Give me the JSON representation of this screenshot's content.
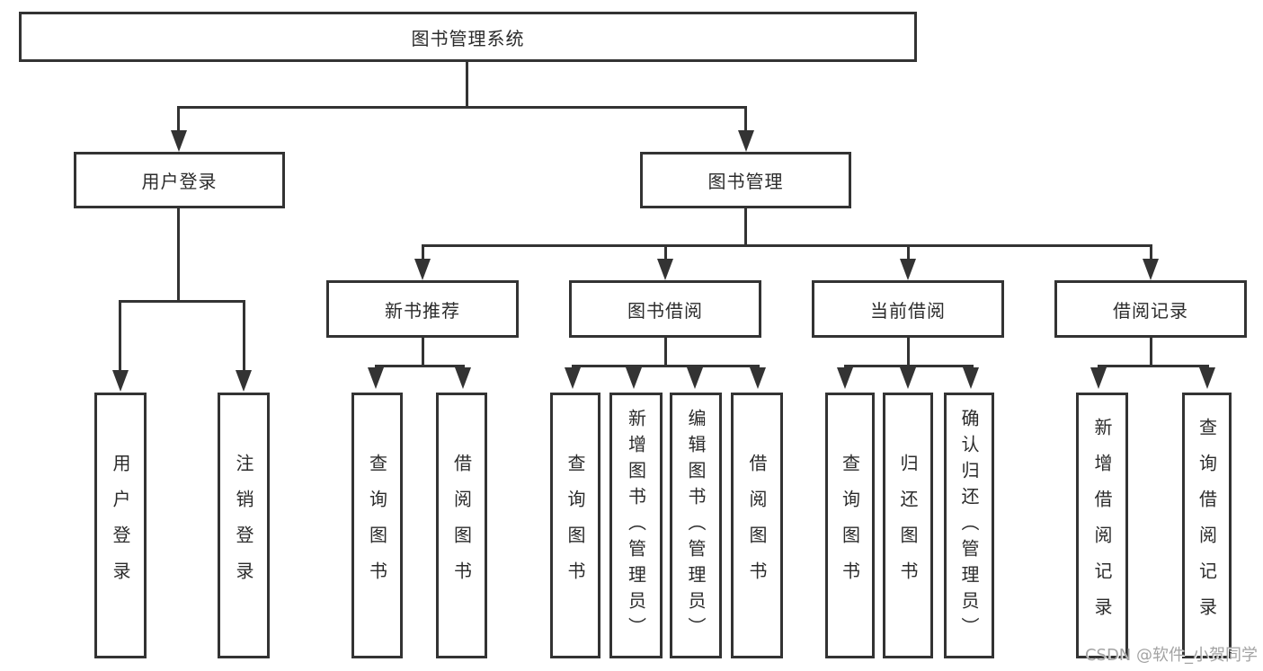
{
  "diagram": {
    "root": {
      "label": "图书管理系统"
    },
    "level2": [
      {
        "label": "用户登录"
      },
      {
        "label": "图书管理"
      }
    ],
    "level3": [
      {
        "label": "新书推荐"
      },
      {
        "label": "图书借阅"
      },
      {
        "label": "当前借阅"
      },
      {
        "label": "借阅记录"
      }
    ],
    "leaves": {
      "user": [
        "用户登录",
        "注销登录"
      ],
      "recommend": [
        "查询图书",
        "借阅图书"
      ],
      "borrow": [
        "查询图书",
        "新增图书（管理员）",
        "编辑图书（管理员）",
        "借阅图书"
      ],
      "current": [
        "查询图书",
        "归还图书",
        "确认归还（管理员）"
      ],
      "records": [
        "新增借阅记录",
        "查询借阅记录"
      ]
    }
  },
  "watermark": "CSDN @软件_小贺同学",
  "colors": {
    "line": "#333333",
    "text": "#2b2b2b",
    "watermark": "#a3a3a3",
    "background": "#ffffff"
  }
}
